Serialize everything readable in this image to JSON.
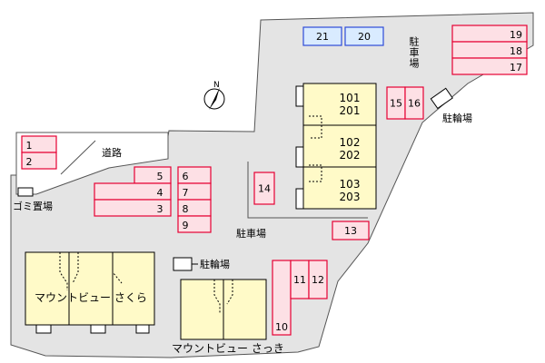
{
  "labels": {
    "parking_north": "駐車場",
    "bike_parking_ne": "駐輪場",
    "road": "道路",
    "garbage": "ゴミ置場",
    "parking_center": "駐車場",
    "bike_parking_center": "駐輪場",
    "building_sakura": "マウントビュー さくら",
    "building_satsuki": "マウントビュー さっき",
    "north": "N"
  },
  "units": [
    "101",
    "201",
    "102",
    "202",
    "103",
    "203"
  ],
  "parking_blue": [
    "21",
    "20"
  ],
  "parking_red": [
    "19",
    "18",
    "17",
    "15",
    "16",
    "14",
    "13",
    "1",
    "2",
    "5",
    "4",
    "3",
    "6",
    "7",
    "8",
    "9",
    "10",
    "11",
    "12"
  ],
  "colors": {
    "site_gray": "#e4e4e4",
    "building_fill": "#fffac8",
    "space_fill": "#fde0e5",
    "space_red": "#e60033",
    "space_blue_fill": "#d9ebff",
    "space_blue": "#2f4bd8"
  }
}
